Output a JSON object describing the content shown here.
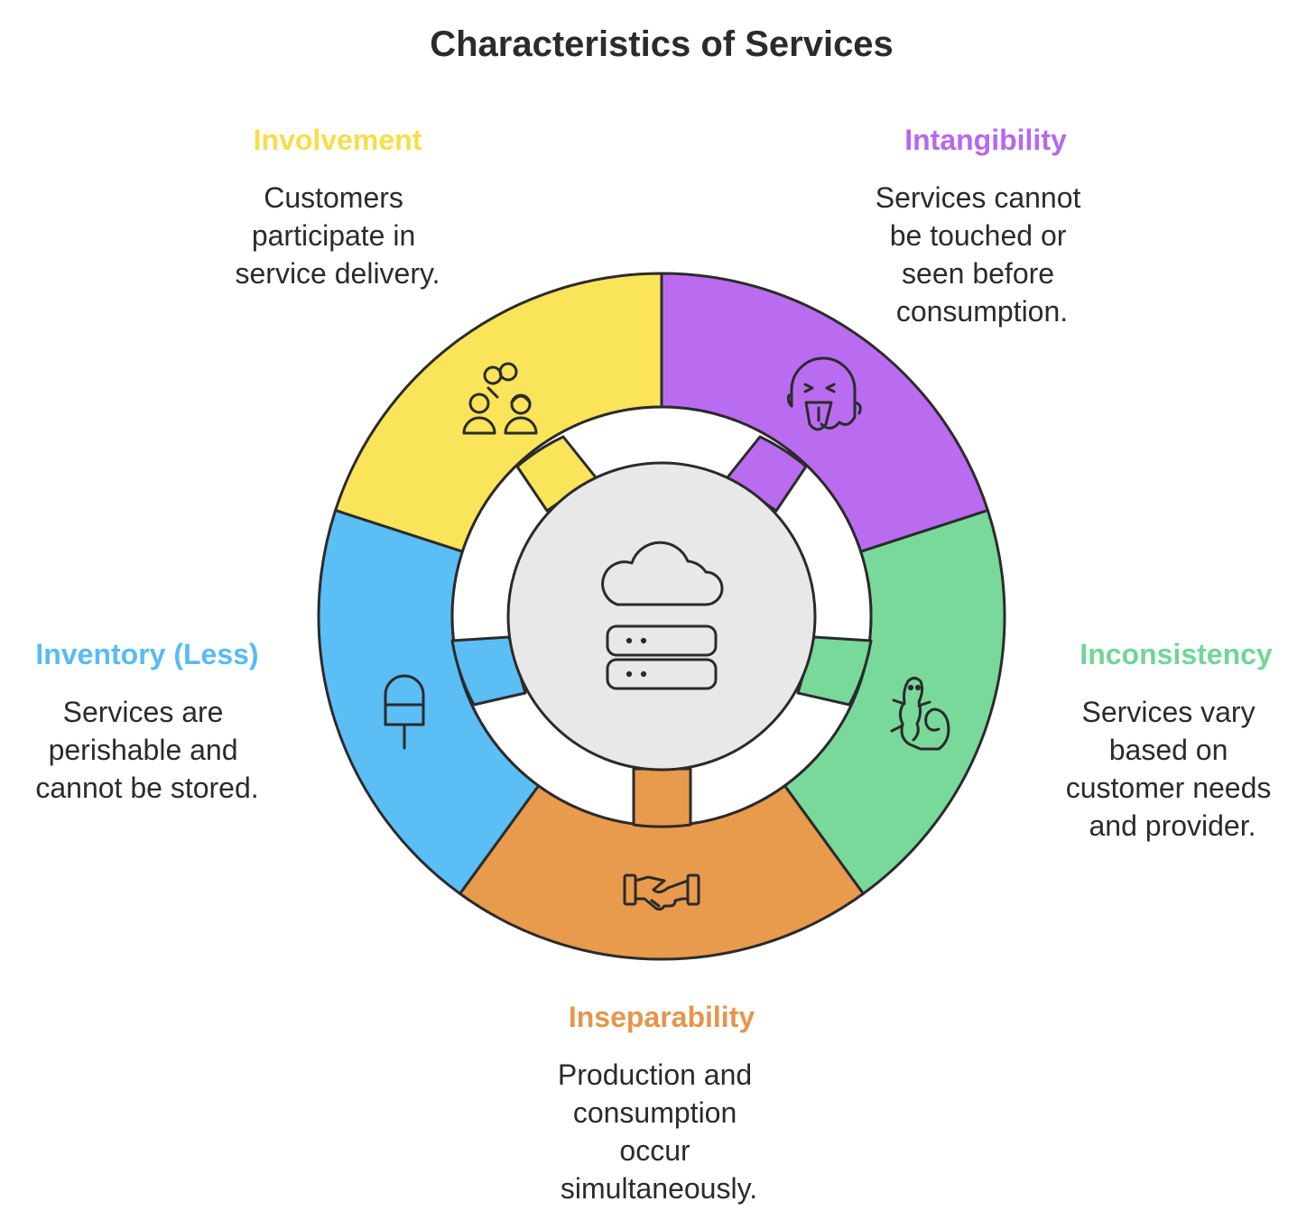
{
  "title": "Characteristics of Services",
  "items": [
    {
      "key": "involvement",
      "heading": "Involvement",
      "color": "#f9e45a",
      "heading_color": "#f5df4a",
      "icon": "people-collaboration-icon",
      "description": [
        "Customers",
        "participate in",
        "service delivery."
      ]
    },
    {
      "key": "intangibility",
      "heading": "Intangibility",
      "color": "#ba6cf0",
      "heading_color": "#b768ee",
      "icon": "ghost-icon",
      "description": [
        "Services cannot",
        "be touched or",
        "seen before",
        "consumption."
      ]
    },
    {
      "key": "inconsistency",
      "heading": "Inconsistency",
      "color": "#78d99a",
      "heading_color": "#72d596",
      "icon": "lizard-icon",
      "description": [
        "Services vary",
        "based on",
        "customer needs",
        "and provider."
      ]
    },
    {
      "key": "inseparability",
      "heading": "Inseparability",
      "color": "#e89a4d",
      "heading_color": "#e4964b",
      "icon": "handshake-icon",
      "description": [
        "Production and",
        "consumption",
        "occur",
        "simultaneously."
      ]
    },
    {
      "key": "inventory",
      "heading": "Inventory (Less)",
      "color": "#5bbef5",
      "heading_color": "#58bbf2",
      "icon": "ice-cream-pop-icon",
      "description": [
        "Services are",
        "perishable and",
        "cannot be stored."
      ]
    }
  ],
  "center": {
    "icon": "cloud-server-icon",
    "color": "#e8e8e8"
  }
}
